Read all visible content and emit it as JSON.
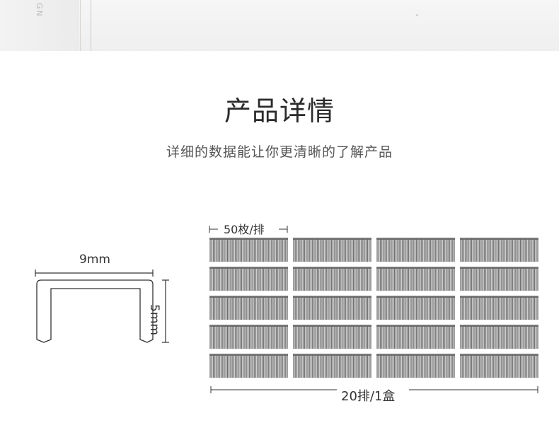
{
  "hero": {
    "brand_text": "GN"
  },
  "header": {
    "title": "产品详情",
    "subtitle": "详细的数据能让你更清晰的了解产品"
  },
  "staple_diagram": {
    "width_label": "9mm",
    "height_label": "5mm"
  },
  "staple_box": {
    "per_row_label": "50枚/排",
    "total_label": "20排/1盒",
    "columns": 4,
    "rows": 5
  },
  "colors": {
    "stroke": "#333333",
    "staple_dark": "#666666",
    "staple_light": "#cfcfcf"
  }
}
